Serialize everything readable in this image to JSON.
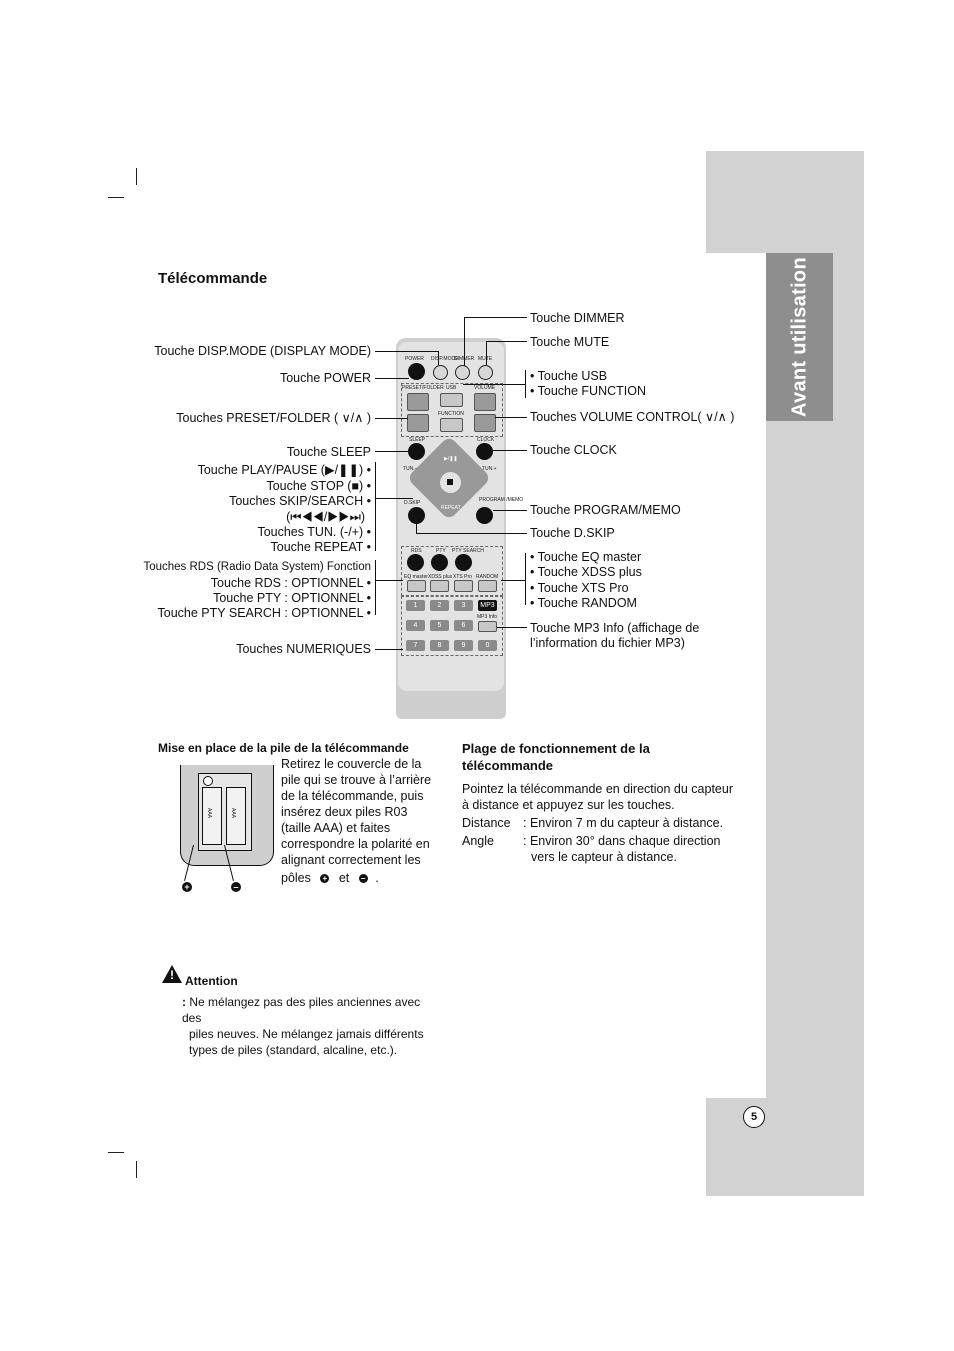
{
  "section_tab": "Avant utilisation",
  "page_number": "5",
  "remote_section": {
    "title": "Télécommande",
    "labels_left": [
      "Touche DISP.MODE (DISPLAY MODE)",
      "Touche POWER",
      "Touches PRESET/FOLDER ( ∨/∧ )",
      "Touche SLEEP",
      "Touche PLAY/PAUSE (▶/❚❚) •",
      "Touche STOP (■) •",
      "Touches SKIP/SEARCH •",
      "(⏮◀◀/▶▶⏭)",
      "Touches TUN. (-/+) •",
      "Touche REPEAT •",
      "Touches RDS (Radio Data System) Fonction",
      "Touche RDS : OPTIONNEL •",
      "Touche PTY : OPTIONNEL •",
      "Touche PTY SEARCH : OPTIONNEL •",
      "Touches NUMERIQUES"
    ],
    "labels_right": [
      "Touche DIMMER",
      "Touche MUTE",
      "• Touche USB",
      "• Touche FUNCTION",
      "Touches VOLUME CONTROL( ∨/∧ )",
      "Touche CLOCK",
      "Touche PROGRAM/MEMO",
      "Touche D.SKIP",
      "• Touche EQ master",
      "• Touche XDSS plus",
      "• Touche XTS Pro",
      "• Touche RANDOM",
      "Touche MP3 Info (affichage de",
      "l’information du fichier MP3)"
    ],
    "remote_keys": {
      "power": "POWER",
      "disp_mode": "DISP.MODE",
      "dimmer": "DIMMER",
      "mute": "MUTE",
      "preset": "PRESET/FOLDER",
      "usb": "USB",
      "volume": "VOLUME",
      "function": "FUNCTION",
      "sleep": "SLEEP",
      "clock": "CLOCK",
      "play": "▶/❚❚",
      "tun_minus": "TUN.–",
      "tun_plus": "TUN.+",
      "dskip": "D.SKIP",
      "program": "PROGRAM /MEMO",
      "repeat": "REPEAT",
      "rds": "RDS",
      "pty": "PTY",
      "pty_search": "PTY SEARCH",
      "eq": "EQ master",
      "xdss": "XDSS plus",
      "xts": "XTS Pro",
      "random": "RANDOM",
      "mp3": "MP3",
      "mp3_info": "MP3 Info",
      "numbers": [
        "1",
        "2",
        "3",
        "4",
        "5",
        "6",
        "7",
        "8",
        "9",
        "0"
      ]
    }
  },
  "battery_section": {
    "title": "Mise en place de la pile de la télécommande",
    "lines": [
      "Retirez le couvercle de la",
      "pile qui se trouve à l’arrière",
      "de la télécommande, puis",
      "insérez deux piles R03",
      "(taille AAA) et faites",
      "correspondre la polarité en",
      "alignant correctement les"
    ],
    "poles_prefix": "pôles",
    "poles_and": "et",
    "poles_end": ".",
    "plus": "+",
    "minus": "–",
    "battery_text": "AAA"
  },
  "range_section": {
    "title_line1": "Plage de fonctionnement de la",
    "title_line2": "télécommande",
    "intro_line1": "Pointez la télécommande en direction du capteur",
    "intro_line2": "à distance et appuyez sur les touches.",
    "distance_label": "Distance",
    "distance_value": ": Environ 7 m du capteur à distance.",
    "angle_label": "Angle",
    "angle_value_line1": ": Environ 30° dans chaque direction",
    "angle_value_line2": "vers le capteur à distance."
  },
  "attention": {
    "title": "Attention",
    "icon": "!",
    "colon": ":",
    "line1": "Ne mélangez pas des piles anciennes avec des",
    "line2": "piles  neuves.  Ne  mélangez  jamais  différents",
    "line3": "types de piles (standard, alcaline, etc.)."
  }
}
